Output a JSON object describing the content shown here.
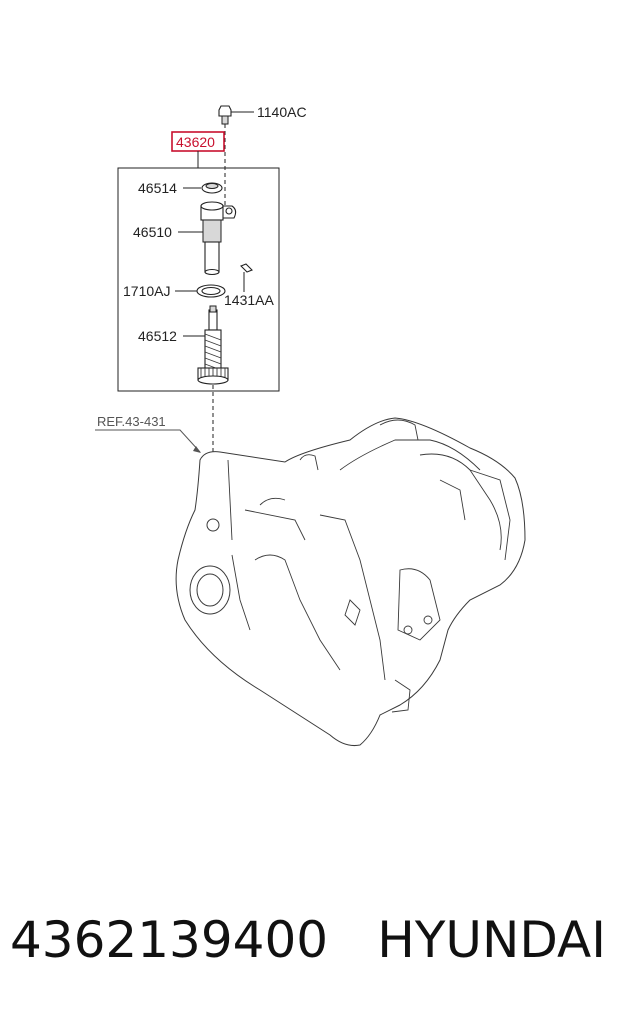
{
  "callouts": {
    "bolt": "1140AC",
    "assembly": "43620",
    "seal": "46514",
    "housing": "46510",
    "oring": "1710AJ",
    "pin": "1431AA",
    "gear": "46512",
    "reference": "REF.43-431"
  },
  "footer": {
    "part_number": "4362139400",
    "brand": "HYUNDAI"
  },
  "colors": {
    "highlight": "#c8102e",
    "line": "#222222"
  }
}
